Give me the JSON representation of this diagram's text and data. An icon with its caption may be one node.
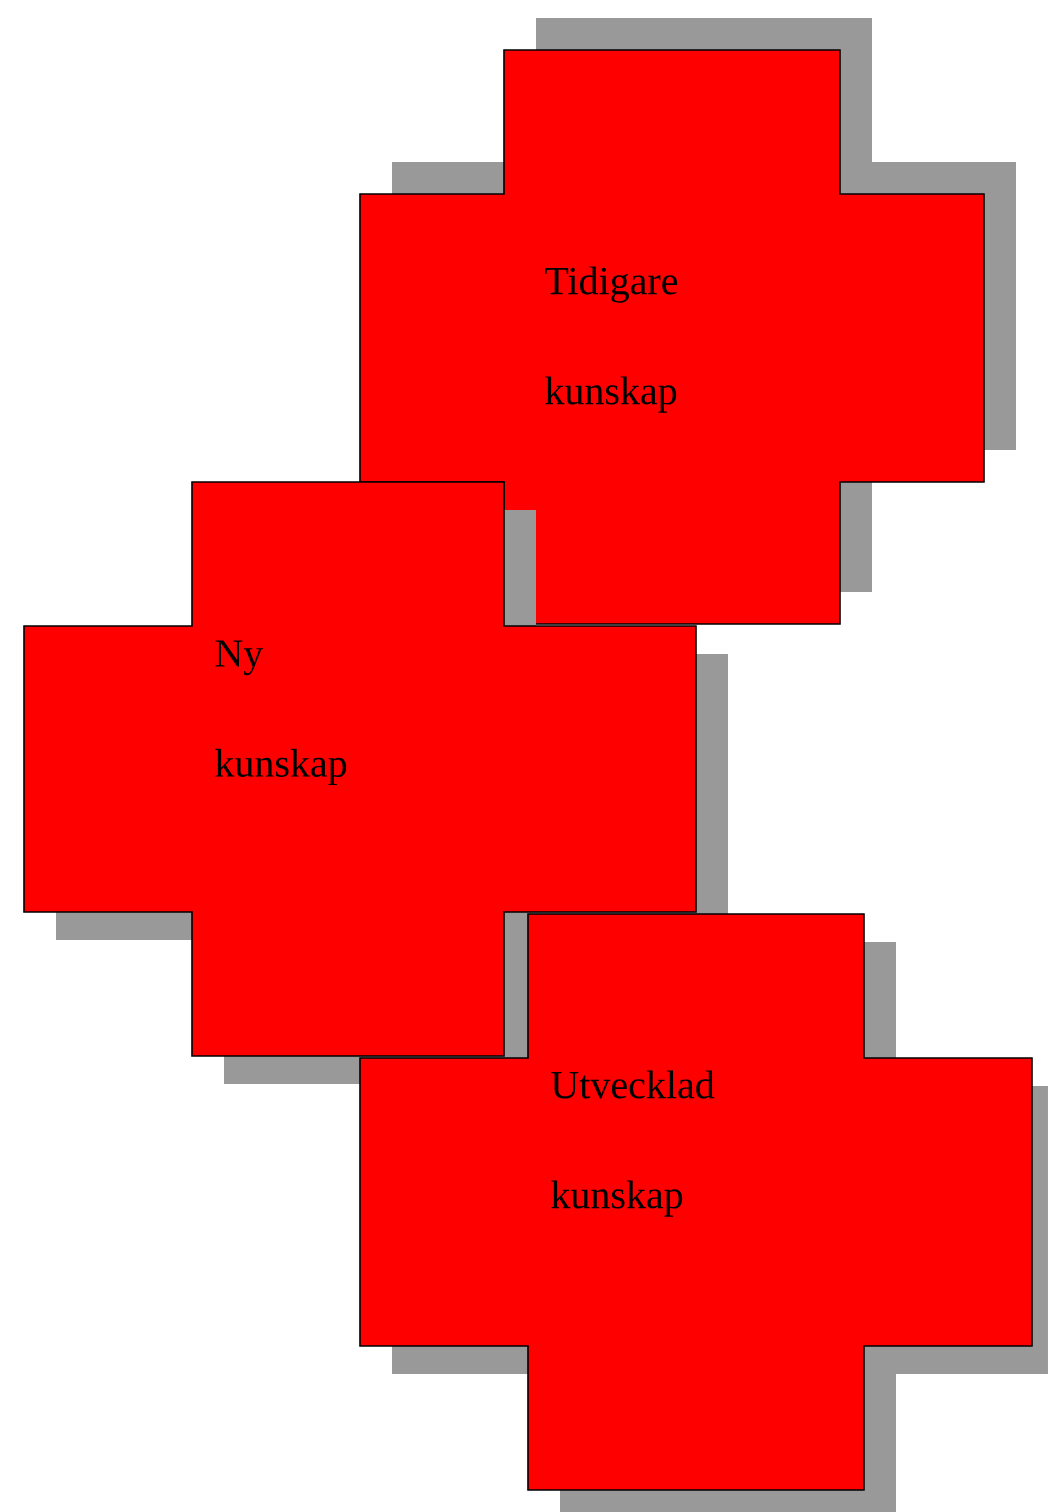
{
  "diagram": {
    "nodes": [
      {
        "text": [
          "Tidigare kunskap"
        ]
      },
      {
        "text": [
          "Ny kunskap"
        ]
      },
      {
        "text": [
          "Utvecklad kunskap"
        ]
      }
    ]
  }
}
